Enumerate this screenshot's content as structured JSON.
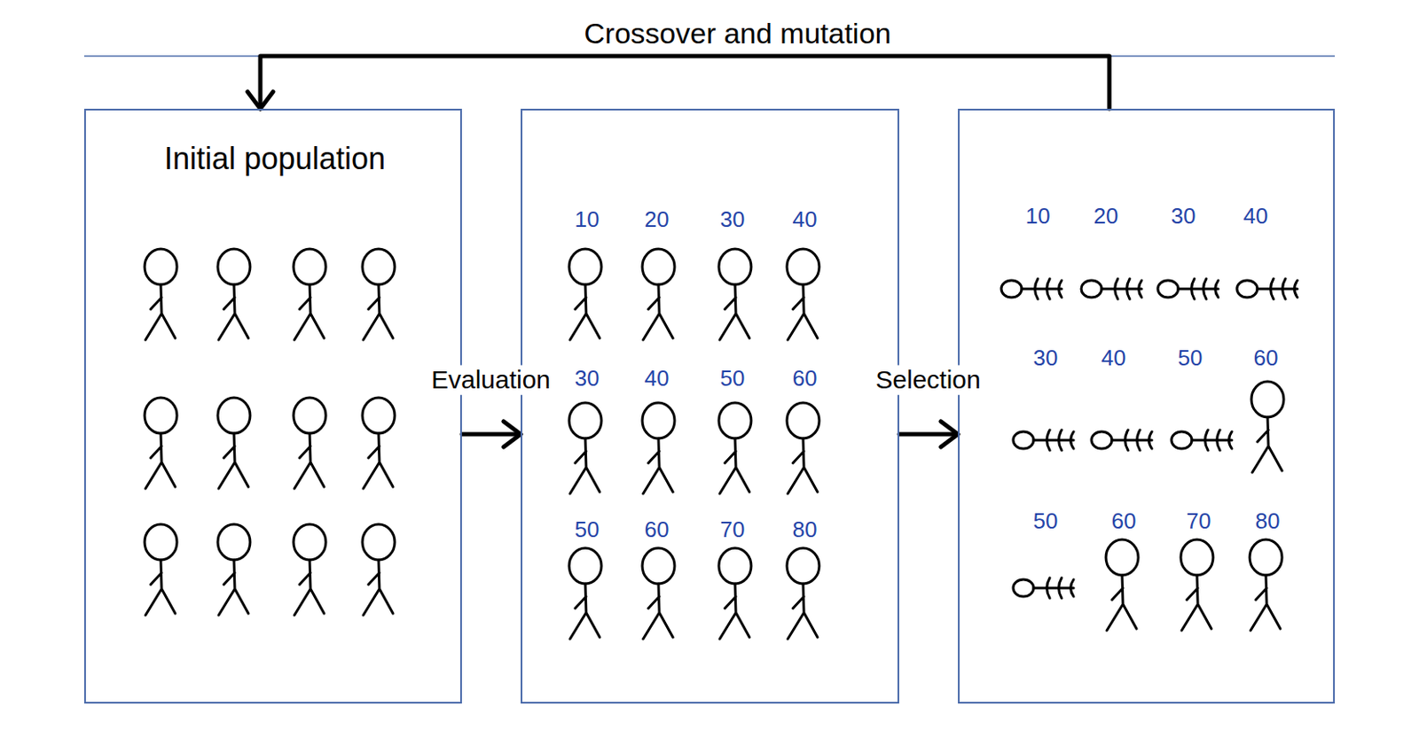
{
  "diagram": {
    "nodes": [
      {
        "text": [
          "Initial population"
        ]
      },
      {
        "text": [
          "10",
          "20",
          "30",
          "40",
          "30",
          "40",
          "50",
          "60",
          "50",
          "60",
          "70",
          "80"
        ]
      },
      {
        "text": [
          "10",
          "20",
          "30",
          "40",
          "30",
          "40",
          "50",
          "60",
          "50",
          "60",
          "70",
          "80"
        ]
      }
    ],
    "edges": [
      {
        "from": 2,
        "to": 0,
        "arrow": "to",
        "label": "Crossover and mutation"
      },
      {
        "from": 0,
        "to": 1,
        "arrow": "to",
        "label": "Evaluation"
      },
      {
        "from": 1,
        "to": 2,
        "arrow": "to",
        "label": "Selection"
      }
    ]
  }
}
